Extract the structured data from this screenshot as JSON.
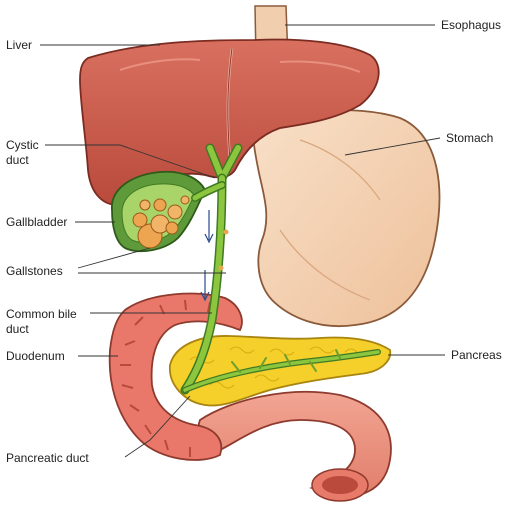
{
  "diagram": {
    "labels": {
      "liver": "Liver",
      "cystic_duct_line1": "Cystic",
      "cystic_duct_line2": "duct",
      "gallbladder": "Gallbladder",
      "gallstones": "Gallstones",
      "common_bile_duct_line1": "Common bile",
      "common_bile_duct_line2": "duct",
      "duodenum": "Duodenum",
      "pancreatic_duct": "Pancreatic duct",
      "esophagus": "Esophagus",
      "stomach": "Stomach",
      "pancreas": "Pancreas"
    },
    "colors": {
      "liver": "#c9594a",
      "stomach": "#f3d3b5",
      "gallbladder": "#5f9a3a",
      "gallstones": "#e9a64c",
      "duct": "#8cc63f",
      "pancreas": "#f5cf2a",
      "duodenum": "#e9786a",
      "intestine": "#ee9987"
    }
  }
}
